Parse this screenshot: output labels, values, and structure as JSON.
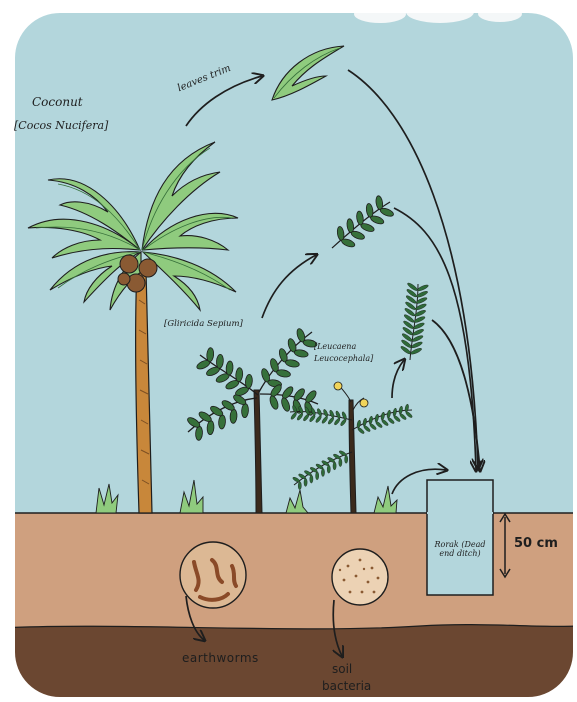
{
  "labels": {
    "coconut": "Coconut",
    "coconut_scientific": "[Cocos Nucifera]",
    "leaves_trim": "leaves trim",
    "gliricidia": "[Gliricida Sepium]",
    "leucaena": "[Leucaena",
    "leucaena_scientific": "Leucocephala]",
    "rorak": "Rorak (Dead end ditch)",
    "depth": "50 cm",
    "earthworms": "earthworms",
    "soil": "soil",
    "bacteria": "bacteria"
  },
  "colors": {
    "sky": "#b3d6dc",
    "topsoil": "#cfa07f",
    "subsoil": "#6b4731",
    "leaf_light": "#8fcb7e",
    "leaf_dark": "#36703a",
    "trunk": "#c8873a",
    "coconut": "#8a5a33",
    "rorak_fill": "#b3d6dc",
    "outline": "#1e1e1e"
  }
}
